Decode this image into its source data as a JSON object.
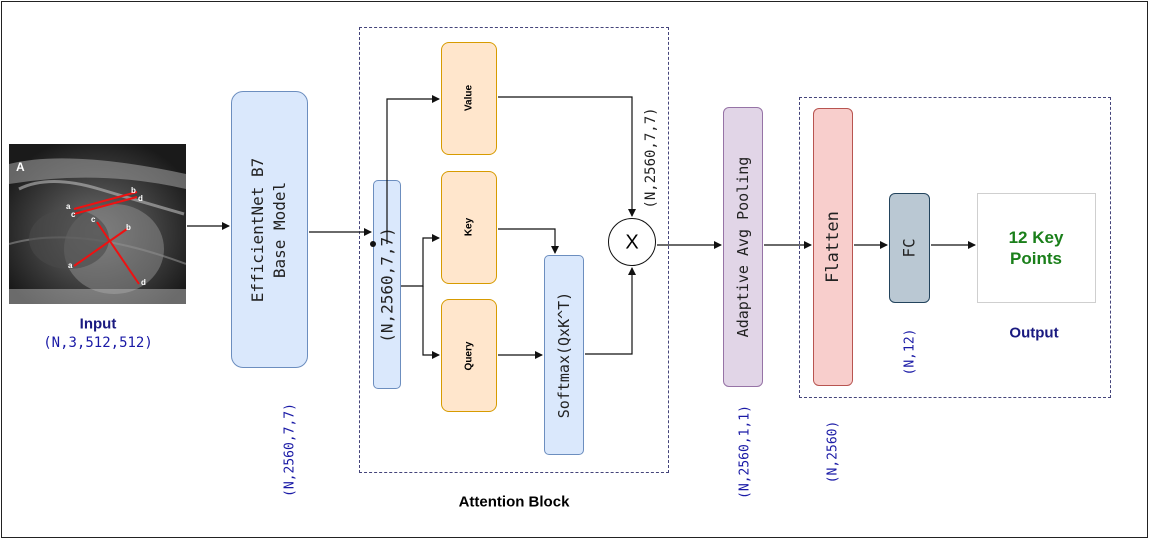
{
  "input": {
    "image_letter": "A",
    "title": "Input",
    "shape": "(N,3,512,512)",
    "point_letters": [
      "a",
      "b",
      "c",
      "d",
      "a",
      "b",
      "c",
      "d"
    ]
  },
  "base_model": {
    "label_line1": "EfficientNet B7",
    "label_line2": "Base Model",
    "shape": "(N,2560,7,7)"
  },
  "attention": {
    "title": "Attention Block",
    "input_shape": "(N,2560,7,7)",
    "value_label": "Value",
    "key_label": "Key",
    "query_label": "Query",
    "softmax_label": "Softmax(QxK^T)",
    "multiply_symbol": "X",
    "value_shape": "(N,2560,7,7)"
  },
  "pooling": {
    "label": "Adaptive Avg Pooling",
    "shape": "(N,2560,1,1)"
  },
  "output_block": {
    "flatten_label": "Flatten",
    "flatten_shape": "(N,2560)",
    "fc_label": "FC",
    "fc_shape": "(N,12)",
    "result_line1": "12 Key",
    "result_line2": "Points",
    "title": "Output"
  },
  "colors": {
    "blue_fill": "#dae8fc",
    "orange_fill": "#ffe6cc",
    "purple_fill": "#e1d5e7",
    "red_fill": "#f8cecc",
    "gray_fill": "#bac8d3",
    "navy_text": "#1a1aa6",
    "green_text": "#1a7f1a"
  }
}
